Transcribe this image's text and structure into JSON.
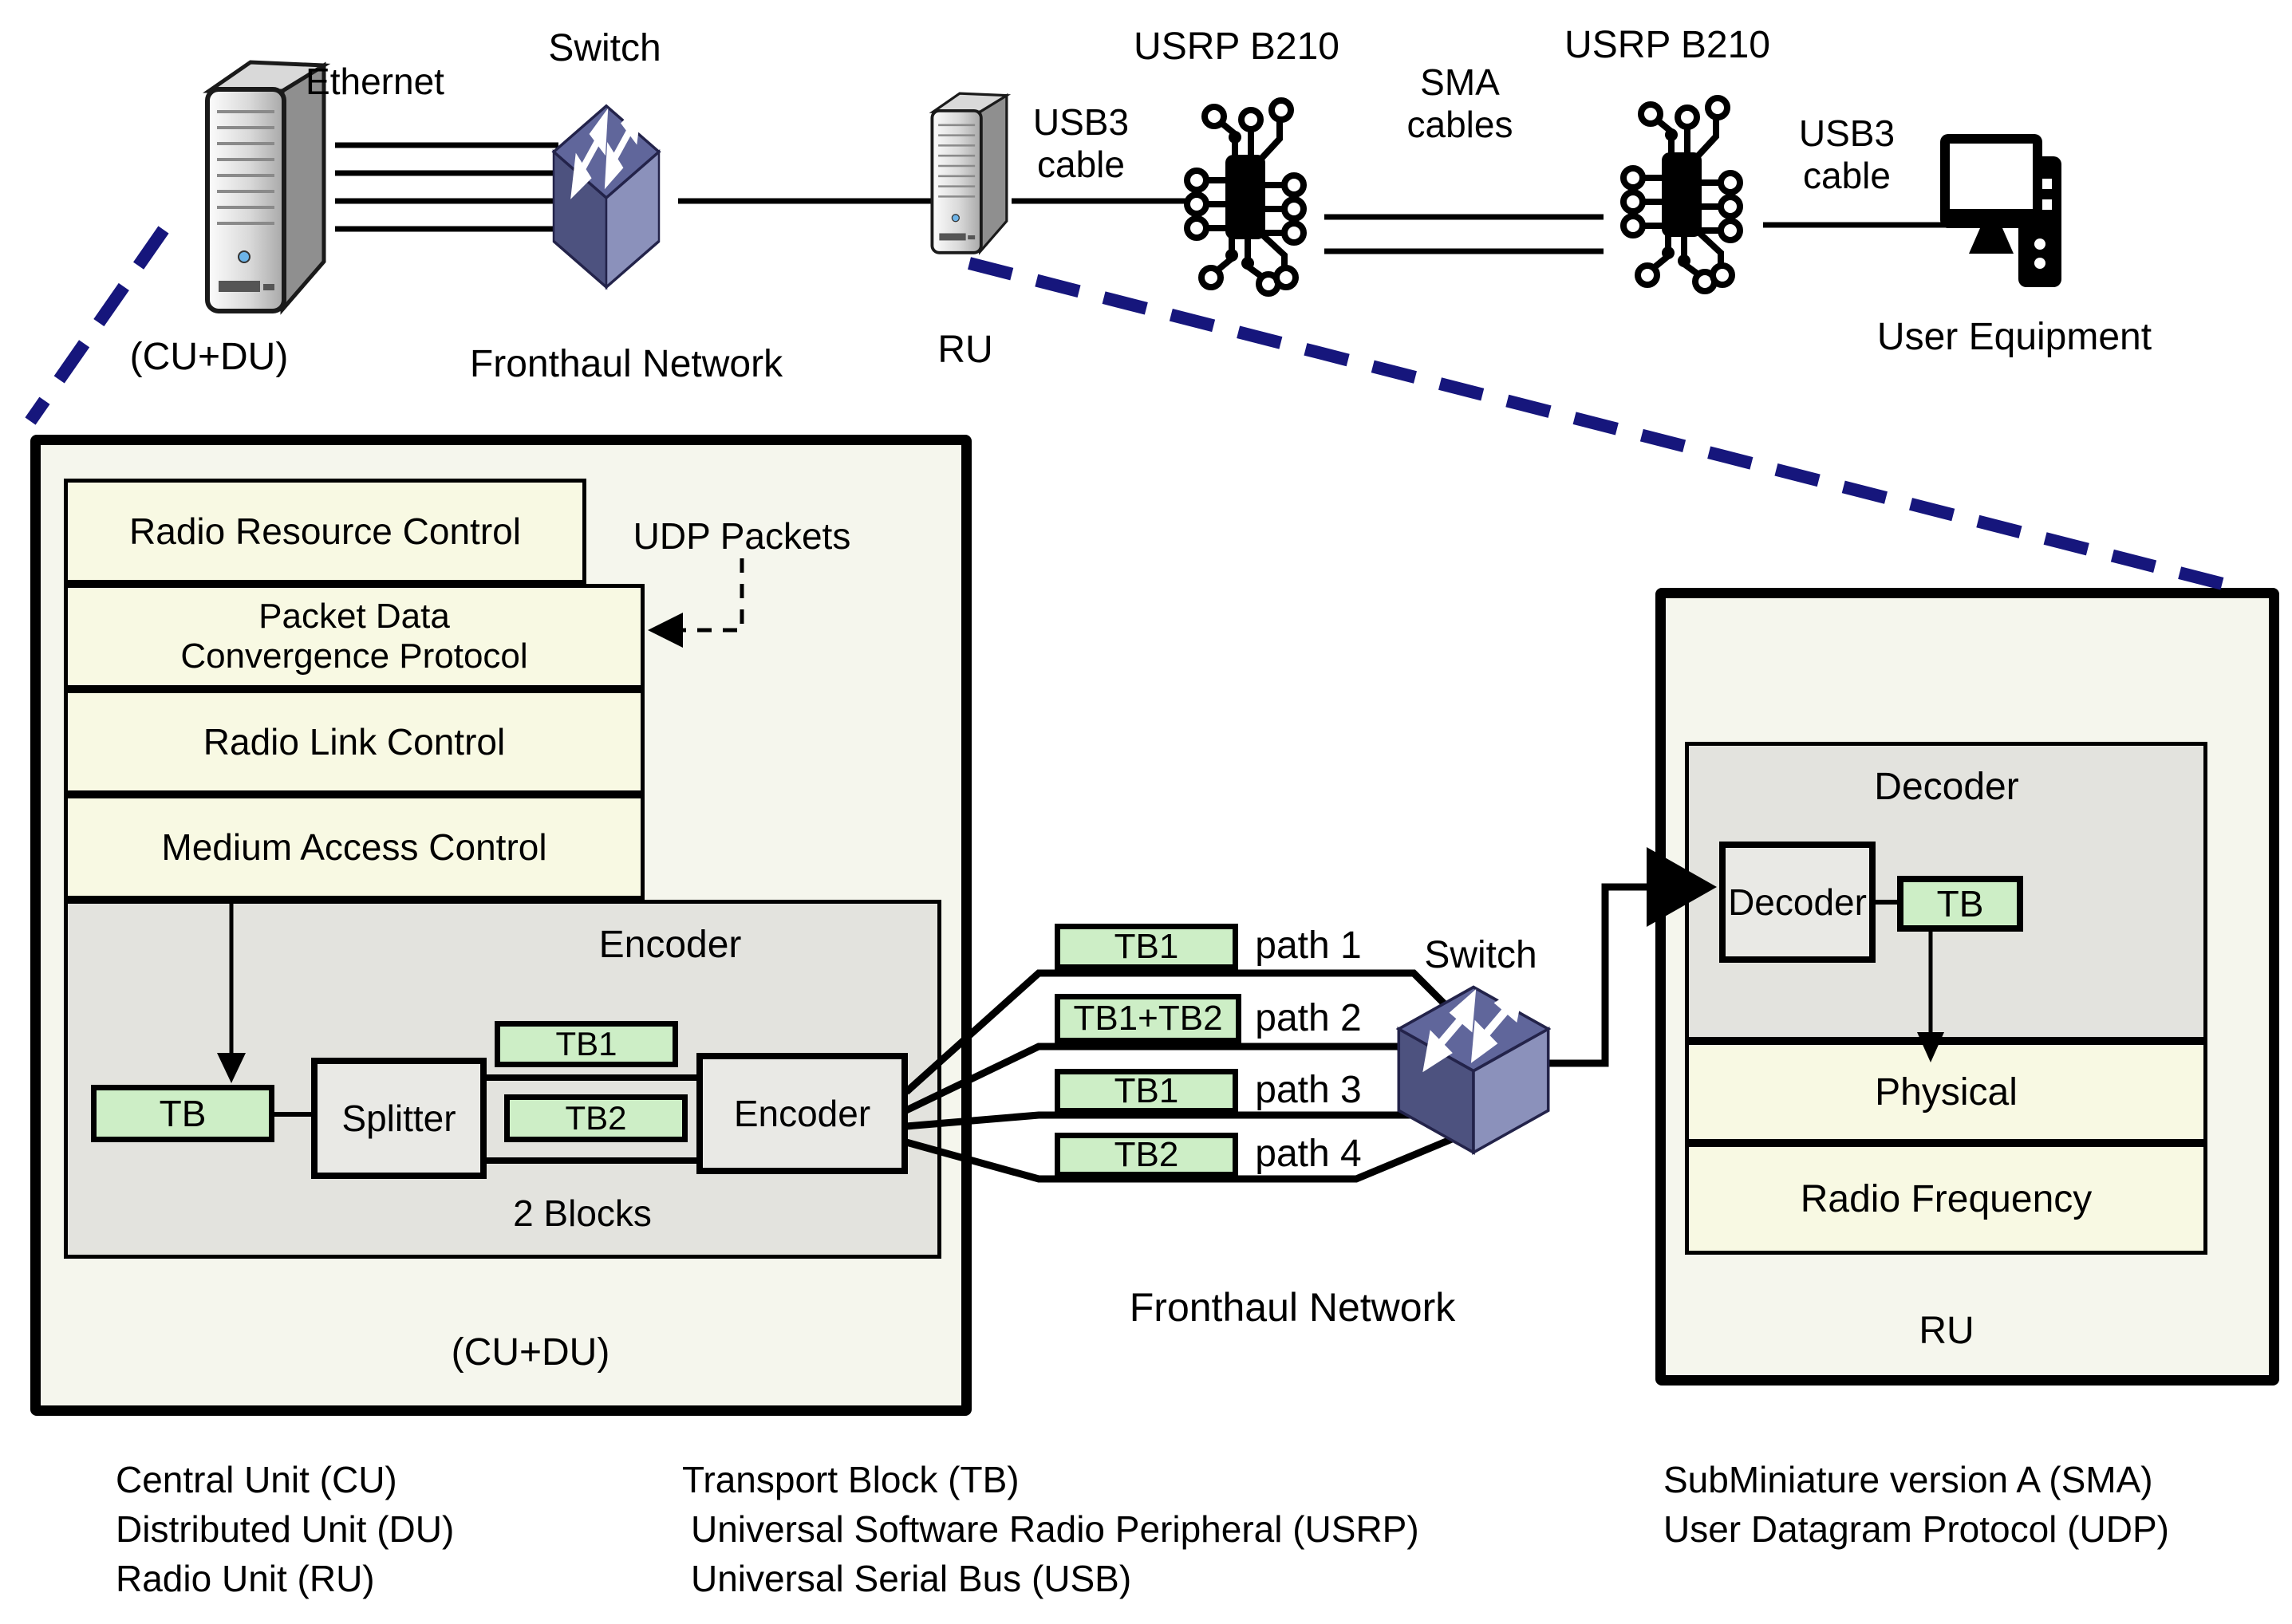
{
  "colors": {
    "navy_dashed": "#16167c",
    "pale_yellow": "#f8f9e3",
    "panel_gray": "#e3e3de",
    "inner_gray": "#e9e9e5",
    "green": "#cdeec6",
    "outer_bg": "#f5f6ed"
  },
  "top_row": {
    "cu_du_label": "(CU+DU)",
    "ethernet": "Ethernet",
    "switch": "Switch",
    "fronthaul": "Fronthaul Network",
    "ru_label": "RU",
    "usb3_left_line1": "USB3",
    "usb3_left_line2": "cable",
    "usrp_left": "USRP B210",
    "sma_line1": "SMA",
    "sma_line2": "cables",
    "usrp_right": "USRP B210",
    "usb3_right_line1": "USB3",
    "usb3_right_line2": "cable",
    "user_equipment": "User Equipment"
  },
  "cu_box": {
    "rrc": "Radio Resource Control",
    "pdcp_line1": "Packet Data",
    "pdcp_line2": "Convergence Protocol",
    "rlc": "Radio Link Control",
    "mac": "Medium Access Control",
    "udp_packets": "UDP Packets",
    "encoder_title": "Encoder",
    "tb": "TB",
    "splitter": "Splitter",
    "tb1": "TB1",
    "tb2": "TB2",
    "encoder_inner": "Encoder",
    "two_blocks": "2 Blocks",
    "caption": "(CU+DU)"
  },
  "fronthaul_net": {
    "paths": [
      {
        "block": "TB1",
        "label": "path 1"
      },
      {
        "block": "TB1+TB2",
        "label": "path 2"
      },
      {
        "block": "TB1",
        "label": "path 3"
      },
      {
        "block": "TB2",
        "label": "path 4"
      }
    ],
    "switch": "Switch",
    "caption": "Fronthaul Network"
  },
  "ru_box": {
    "decoder_title": "Decoder",
    "decoder_inner": "Decoder",
    "tb": "TB",
    "physical": "Physical",
    "radio_frequency": "Radio Frequency",
    "caption": "RU"
  },
  "legend": {
    "col1": [
      "Central Unit (CU)",
      "Distributed Unit (DU)",
      "Radio Unit (RU)"
    ],
    "col2": [
      "Transport Block (TB)",
      "Universal Software Radio Peripheral (USRP)",
      "Universal Serial Bus (USB)"
    ],
    "col3": [
      "SubMiniature version A (SMA)",
      "User Datagram Protocol (UDP)"
    ]
  }
}
